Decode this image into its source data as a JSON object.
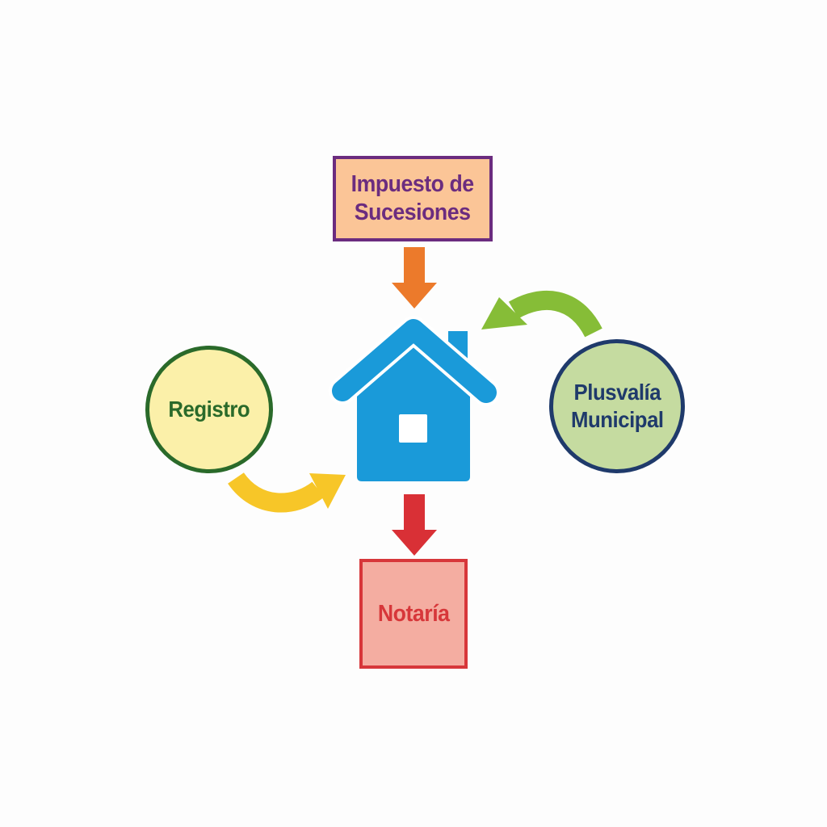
{
  "diagram": {
    "nodes": [
      {
        "id": "impuesto",
        "label": "Impuesto de\nSucesiones",
        "shape": "rectangle",
        "fill": "#fbc597",
        "stroke": "#6b2c7f",
        "text_color": "#6b2c7f"
      },
      {
        "id": "registro",
        "label": "Registro",
        "shape": "circle",
        "fill": "#fbf0a9",
        "stroke": "#2a6a2a",
        "text_color": "#2a6a2a"
      },
      {
        "id": "plusvalia",
        "label": "Plusvalía\nMunicipal",
        "shape": "circle",
        "fill": "#c5dba0",
        "stroke": "#1f3a6b",
        "text_color": "#1f3a6b"
      },
      {
        "id": "notaria",
        "label": "Notaría",
        "shape": "rectangle",
        "fill": "#f4ada1",
        "stroke": "#d7373a",
        "text_color": "#d7373a"
      }
    ],
    "center": {
      "icon": "house-icon",
      "color": "#1a9ad9"
    },
    "arrows": [
      {
        "from": "impuesto",
        "to": "house",
        "color": "#ec7a2b",
        "style": "straight"
      },
      {
        "from": "plusvalia",
        "to": "house",
        "color": "#86bd37",
        "style": "curved"
      },
      {
        "from": "registro",
        "to": "house",
        "color": "#f7c628",
        "style": "curved"
      },
      {
        "from": "house",
        "to": "notaria",
        "color": "#d93036",
        "style": "straight"
      }
    ]
  }
}
